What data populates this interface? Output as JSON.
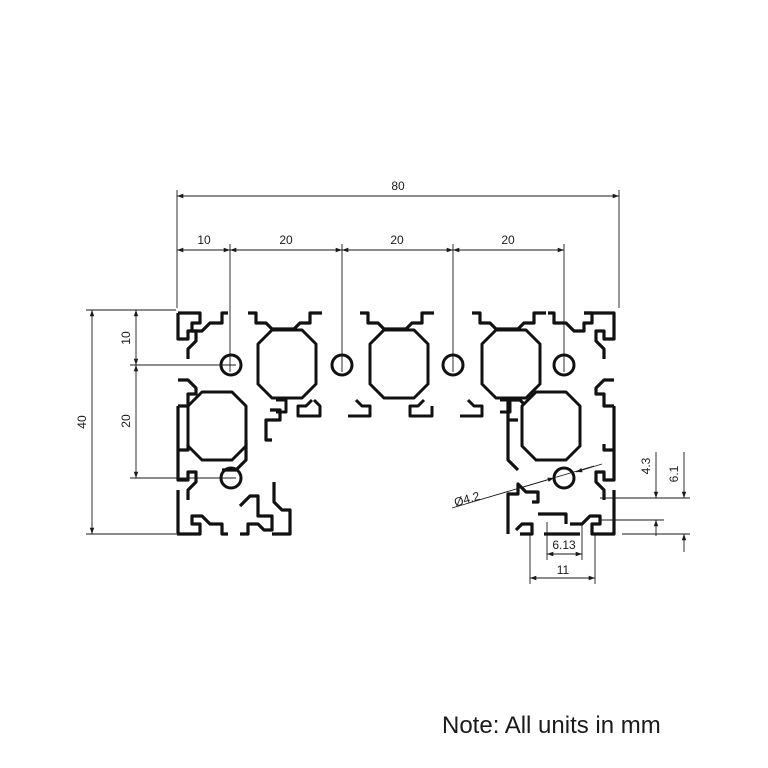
{
  "dimensions": {
    "overall_width": "80",
    "first_pitch": "10",
    "pitch_1": "20",
    "pitch_2": "20",
    "pitch_3": "20",
    "overall_height": "40",
    "vertical_offset": "10",
    "vertical_pitch": "20",
    "bore_diameter": "Ø4.2",
    "slot_depth": "4.3",
    "slot_total_depth": "6.1",
    "slot_opening": "6.13",
    "slot_width": "11"
  },
  "note": "Note: All units in mm",
  "colors": {
    "line": "#1a1a1a",
    "profile": "#111111",
    "background": "#ffffff"
  }
}
